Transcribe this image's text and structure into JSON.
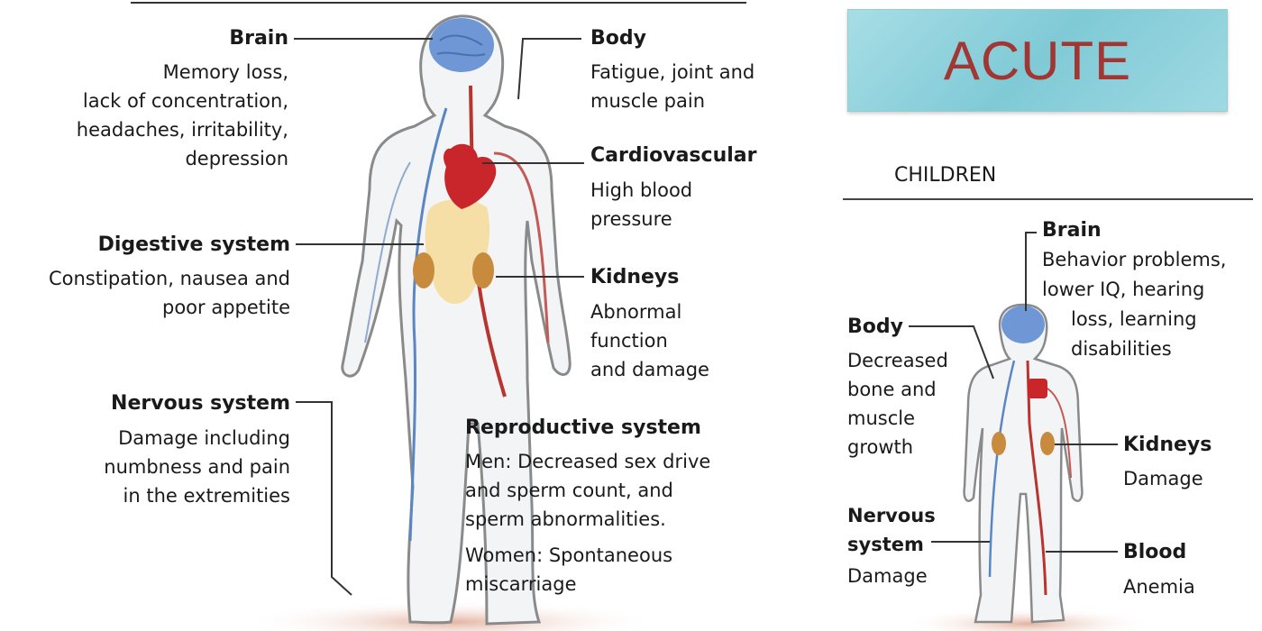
{
  "adult": {
    "brain": {
      "title": "Brain",
      "desc": "Memory loss,\nlack of concentration,\nheadaches, irritability,\ndepression"
    },
    "digestive": {
      "title": "Digestive system",
      "desc": "Constipation, nausea and\npoor appetite"
    },
    "nervous": {
      "title": "Nervous system",
      "desc": "Damage including\nnumbness and pain\nin the extremities"
    },
    "body": {
      "title": "Body",
      "desc": "Fatigue, joint and\nmuscle pain"
    },
    "cardio": {
      "title": "Cardiovascular",
      "desc": "High blood\npressure"
    },
    "kidneys": {
      "title": "Kidneys",
      "desc": "Abnormal\nfunction\nand damage"
    },
    "reproductive": {
      "title": "Reproductive system",
      "desc_men": "Men: Decreased sex drive\nand sperm count, and\nsperm abnormalities.",
      "desc_women": "Women: Spontaneous\nmiscarriage"
    }
  },
  "acute_label": "ACUTE",
  "children": {
    "heading": "CHILDREN",
    "brain": {
      "title": "Brain",
      "desc1": "Behavior problems,\nlower IQ, hearing",
      "desc2": "loss, learning\ndisabilities"
    },
    "body": {
      "title": "Body",
      "desc": "Decreased\nbone and\nmuscle\ngrowth"
    },
    "nervous": {
      "title": "Nervous\nsystem",
      "desc": "Damage"
    },
    "kidneys": {
      "title": "Kidneys",
      "desc": "Damage"
    },
    "blood": {
      "title": "Blood",
      "desc": "Anemia"
    }
  },
  "colors": {
    "brain": "#6f97d6",
    "heart": "#c8262a",
    "kidney": "#c88a3c",
    "organs": "#f6dfa6",
    "artery": "#b8342f",
    "vein": "#5b86c4",
    "outline": "#8a8a8a",
    "ground": "#e7c0b0"
  }
}
